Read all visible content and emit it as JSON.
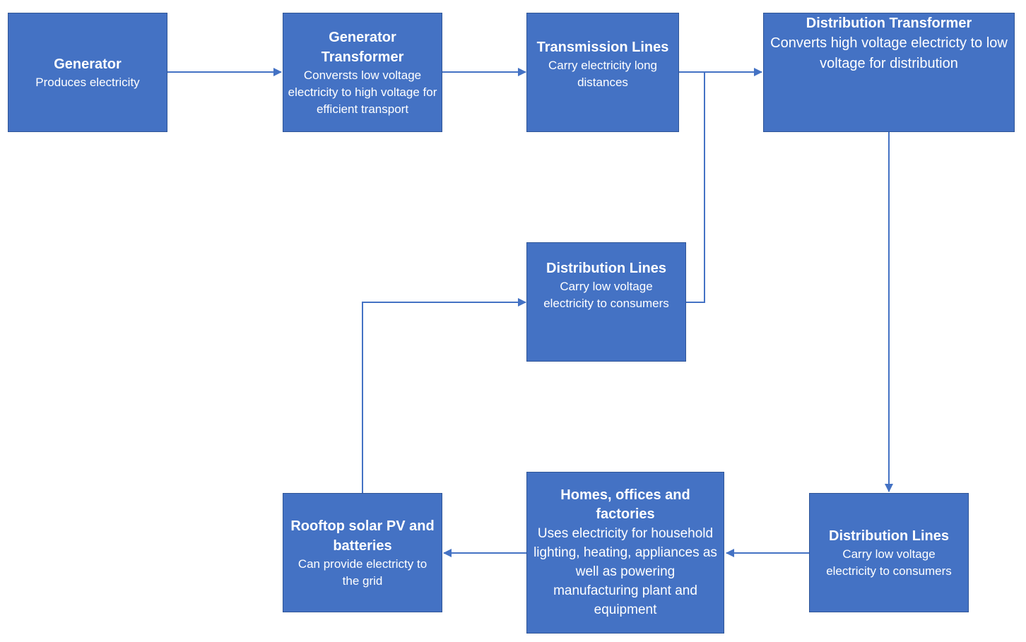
{
  "diagram": {
    "nodes": {
      "generator": {
        "title": "Generator",
        "desc": "Produces electricity"
      },
      "generator_transformer": {
        "title": "Generator Transformer",
        "desc": "Conversts low voltage electricity to high voltage for efficient transport"
      },
      "transmission_lines": {
        "title": "Transmission Lines",
        "desc": "Carry electricity long distances"
      },
      "distribution_transformer": {
        "title": "Distribution Transformer",
        "desc": "Converts high voltage electricty to low voltage for distribution"
      },
      "distribution_lines_upper": {
        "title": "Distribution Lines",
        "desc": "Carry low voltage electricity to consumers"
      },
      "distribution_lines_lower": {
        "title": "Distribution Lines",
        "desc": "Carry low voltage electricity to consumers"
      },
      "homes_offices_factories": {
        "title": "Homes, offices and factories",
        "desc": "Uses electricity for household lighting, heating, appliances as well as powering manufacturing plant and equipment"
      },
      "rooftop_solar": {
        "title": "Rooftop solar PV and batteries",
        "desc": "Can provide electricty to the grid"
      }
    },
    "edges": [
      {
        "from": "generator",
        "to": "generator_transformer"
      },
      {
        "from": "generator_transformer",
        "to": "transmission_lines"
      },
      {
        "from": "transmission_lines",
        "to": "distribution_transformer"
      },
      {
        "from": "transmission_lines",
        "to": "distribution_lines_upper"
      },
      {
        "from": "distribution_transformer",
        "to": "distribution_lines_lower"
      },
      {
        "from": "distribution_lines_lower",
        "to": "homes_offices_factories"
      },
      {
        "from": "homes_offices_factories",
        "to": "rooftop_solar"
      },
      {
        "from": "rooftop_solar",
        "to": "distribution_lines_upper"
      }
    ],
    "colors": {
      "box_fill": "#4472C4",
      "box_border": "#2F5597",
      "connector": "#4472C4",
      "text": "#FFFFFF"
    }
  }
}
